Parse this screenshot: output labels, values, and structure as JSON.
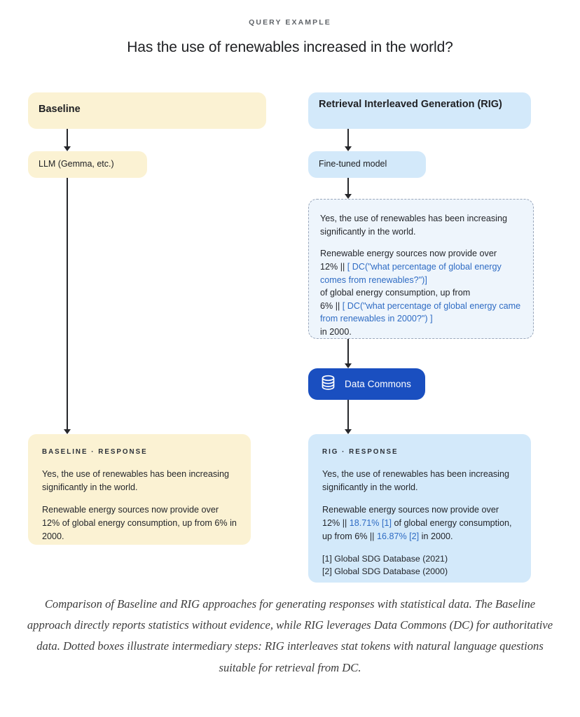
{
  "header": {
    "eyebrow": "QUERY EXAMPLE",
    "title": "Has the use of renewables increased in the world?"
  },
  "colors": {
    "cream": "#fbf2d3",
    "light_blue": "#d3e9fa",
    "dashed_fill": "#eef5fc",
    "dashed_border": "#9aa7bb",
    "data_commons_blue": "#1a4fc0",
    "link_blue": "#2f6cc4",
    "arrow": "#26272b",
    "page_background": "#ffffff"
  },
  "baseline_column": {
    "header_label": "Baseline",
    "model_node_label": "LLM (Gemma, etc.)",
    "response": {
      "kicker": "BASELINE · RESPONSE",
      "paragraph1": "Yes, the use of renewables has been increasing significantly in the world.",
      "paragraph2_prefix": "Renewable energy sources now provide over 12% of global energy consumption, up from 6%  in 2000."
    }
  },
  "rig_column": {
    "header_label": "Retrieval Interleaved Generation (RIG)",
    "model_node_label": "Fine-tuned model",
    "intermediary": {
      "paragraph1": "Yes, the use of renewables has been increasing significantly in the world.",
      "line1_plain": "Renewable energy sources now provide over",
      "line2_plain": "12% || ",
      "line2_token": "[ DC(\"what percentage of global energy comes from renewables?\")]",
      "line3_plain": "of global energy consumption, up from",
      "line4_plain": "6% || ",
      "line4_token": "[ DC(\"what percentage of global energy came from renewables in 2000?\") ]",
      "line5_plain": "in 2000."
    },
    "data_commons": {
      "label": "Data Commons",
      "icon": "database-icon"
    },
    "response": {
      "kicker": "RIG · RESPONSE",
      "paragraph1": "Yes, the use of renewables has been increasing significantly in the world.",
      "p2_a": "Renewable energy sources now provide over 12% || ",
      "p2_stat1": "18.71% [1]",
      "p2_b": " of global energy consumption, up from 6% || ",
      "p2_stat2": "16.87% [2]",
      "p2_c": " in 2000.",
      "references": [
        "[1]  Global SDG Database (2021)",
        "[2] Global SDG Database (2000)"
      ]
    }
  },
  "caption": "Comparison of Baseline and RIG approaches for generating responses with statistical data. The Baseline approach directly reports statistics without evidence, while RIG leverages Data Commons (DC) for authoritative data. Dotted boxes illustrate intermediary steps: RIG interleaves stat tokens with natural language questions suitable for retrieval from DC."
}
